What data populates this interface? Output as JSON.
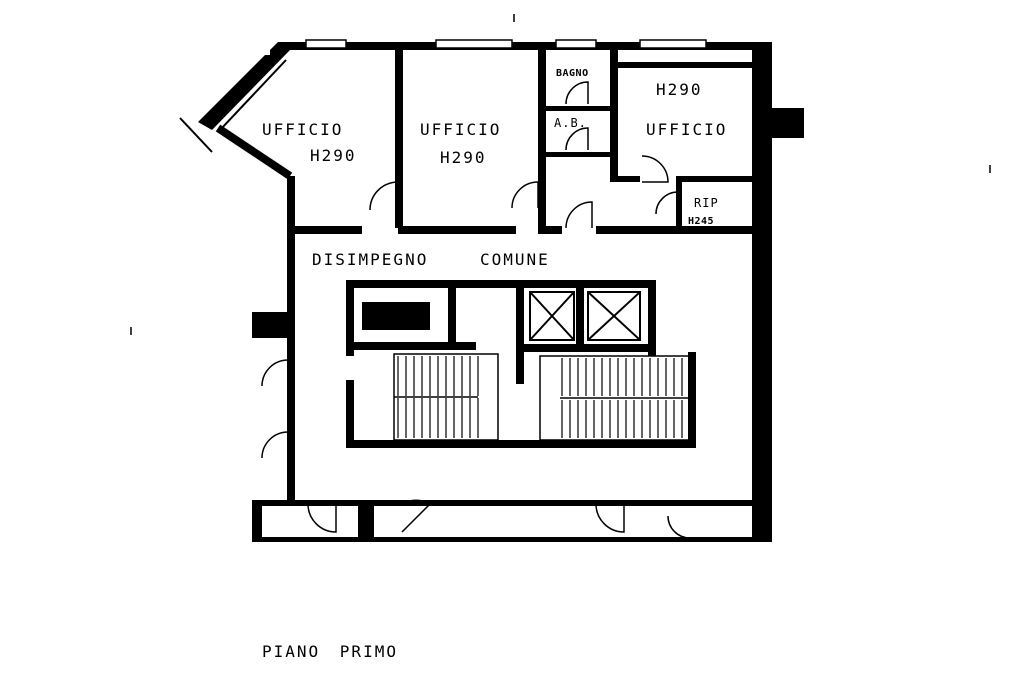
{
  "plan": {
    "rooms": {
      "office_1": {
        "name": "UFFICIO",
        "height": "H290"
      },
      "office_2": {
        "name": "UFFICIO",
        "height": "H290"
      },
      "office_3": {
        "name": "UFFICIO",
        "height": "H290"
      },
      "bathroom": "BAGNO",
      "antibagno": "A.B.",
      "storage": {
        "name": "RIP",
        "height": "H245"
      },
      "corridor": "DISIMPEGNO COMUNE"
    },
    "floor_title": "PIANO PRIMO",
    "colors": {
      "ink": "#000000",
      "paper": "#ffffff"
    }
  }
}
